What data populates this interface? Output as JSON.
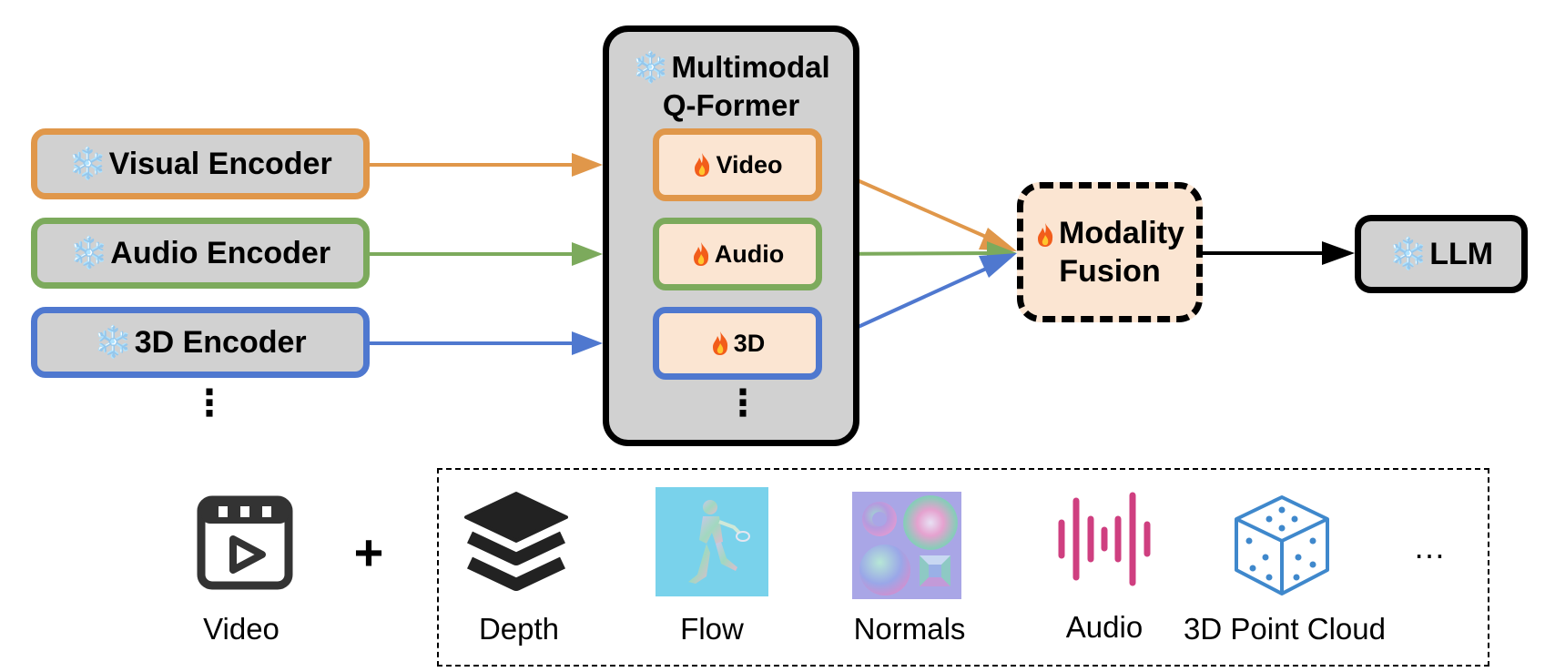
{
  "encoders": [
    {
      "label": "Visual Encoder",
      "color": "#e0974a",
      "icon": "snowflake-icon"
    },
    {
      "label": "Audio Encoder",
      "color": "#7caa5c",
      "icon": "snowflake-icon"
    },
    {
      "label": "3D Encoder",
      "color": "#4f78cf",
      "icon": "snowflake-icon"
    }
  ],
  "encoders_more": "⋮",
  "qformer": {
    "title_line1": "Multimodal",
    "title_line2": "Q-Former",
    "icon": "snowflake-icon",
    "items": [
      {
        "label": "Video",
        "color": "#e0974a",
        "icon": "fire-icon"
      },
      {
        "label": "Audio",
        "color": "#7caa5c",
        "icon": "fire-icon"
      },
      {
        "label": "3D",
        "color": "#4f78cf",
        "icon": "fire-icon"
      }
    ],
    "more": "⋮"
  },
  "fusion": {
    "line1": "Modality",
    "line2": "Fusion",
    "icon": "fire-icon"
  },
  "llm": {
    "label": "LLM",
    "icon": "snowflake-icon"
  },
  "snowflake_glyph": "❄️",
  "bottom": {
    "video_label": "Video",
    "plus": "+",
    "modalities": [
      {
        "label": "Depth",
        "icon": "layers-icon"
      },
      {
        "label": "Flow",
        "icon": "flow-image"
      },
      {
        "label": "Normals",
        "icon": "normals-image"
      },
      {
        "label": "Audio",
        "icon": "waveform-icon"
      },
      {
        "label": "3D Point Cloud",
        "icon": "point-cloud-cube-icon"
      }
    ],
    "more": "…"
  }
}
